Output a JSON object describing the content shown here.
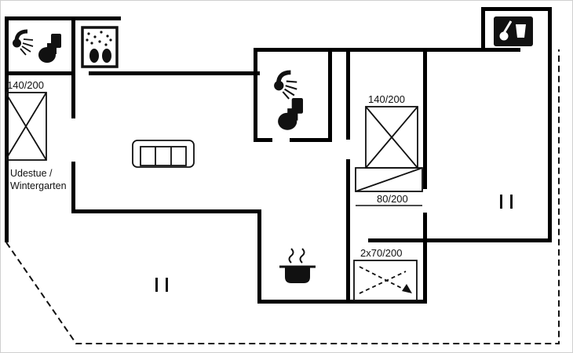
{
  "colors": {
    "wall": "#000000",
    "background": "#ffffff"
  },
  "rooms": {
    "winter_garden": {
      "line1": "Udestue /",
      "line2": "Wintergarten"
    }
  },
  "beds": {
    "left_double": {
      "size": "140/200"
    },
    "right_double": {
      "size": "140/200"
    },
    "right_single": {
      "size": "80/200"
    },
    "bunk_beds": {
      "size": "2x70/200"
    }
  },
  "fixtures": [
    {
      "name": "shower",
      "room": "bathroom-left"
    },
    {
      "name": "toilet",
      "room": "bathroom-left"
    },
    {
      "name": "whirlpool",
      "room": "bathroom-left-nook"
    },
    {
      "name": "shower",
      "room": "bathroom-middle"
    },
    {
      "name": "toilet",
      "room": "bathroom-middle"
    },
    {
      "name": "sauna",
      "room": "annex-top-right"
    },
    {
      "name": "stove",
      "room": "kitchen"
    },
    {
      "name": "sofa",
      "room": "living-room"
    }
  ]
}
